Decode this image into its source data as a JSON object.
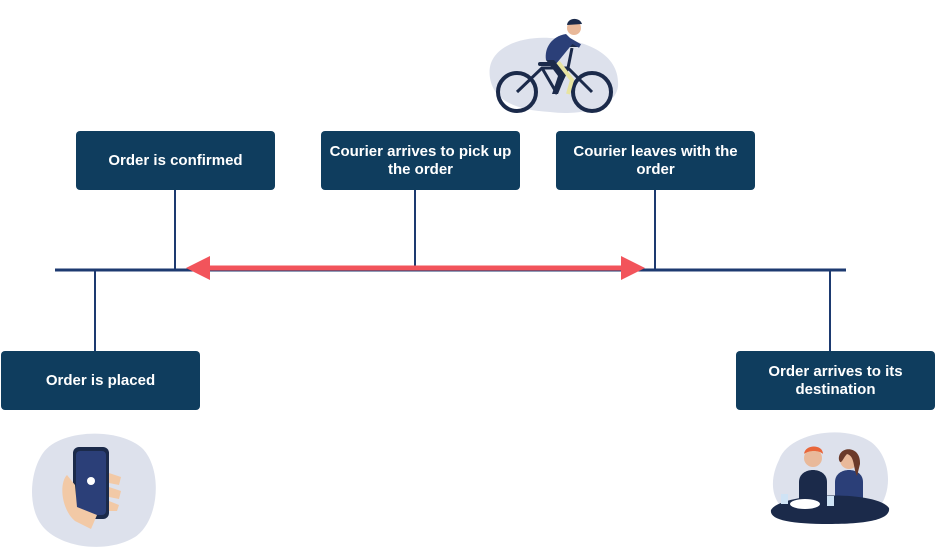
{
  "timeline": {
    "steps": [
      {
        "id": "placed",
        "label": "Order is placed"
      },
      {
        "id": "confirmed",
        "label": "Order is confirmed"
      },
      {
        "id": "pickup",
        "label": "Courier arrives to pick up the order"
      },
      {
        "id": "leaves",
        "label": "Courier leaves with the order"
      },
      {
        "id": "arrives",
        "label": "Order arrives to its destination"
      }
    ],
    "colors": {
      "box": "#0f3d5e",
      "box_text": "#ffffff",
      "timeline": "#1d3a70",
      "arrow": "#f2545b",
      "blob": "#dde1ec"
    },
    "illustrations": {
      "top": "cyclist-courier-icon",
      "bottom_left": "phone-in-hand-icon",
      "bottom_right": "couple-dining-icon"
    }
  }
}
